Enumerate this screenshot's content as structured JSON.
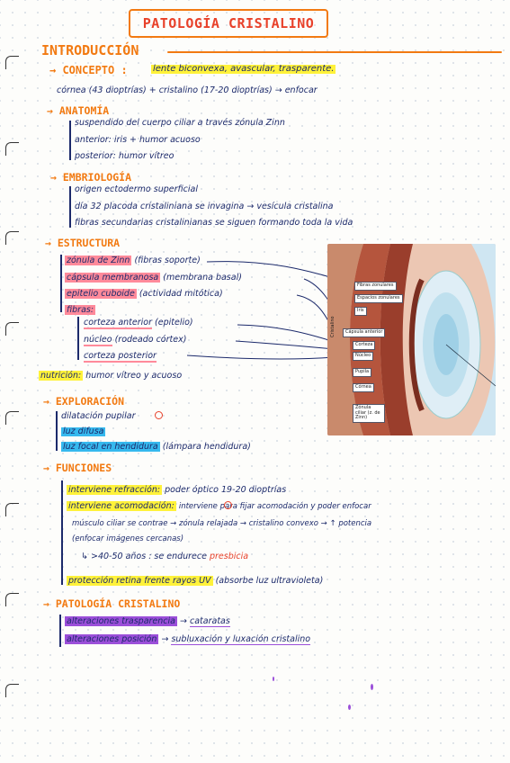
{
  "title": "PATOLOGÍA CRISTALINO",
  "intro": {
    "heading": "INTRODUCCIÓN",
    "concepto_label": "→ CONCEPTO :",
    "concepto_text": "lente biconvexa, avascular, trasparente.",
    "concepto_detail": "córnea (43 dioptrías) + cristalino (17-20 dioptrías) → enfocar",
    "anatomia_label": "→ ANATOMÍA",
    "anatomia_items": [
      "suspendido del cuerpo ciliar a través zónula Zinn",
      "anterior: iris + humor acuoso",
      "posterior: humor vítreo"
    ],
    "embriologia_label": "→ EMBRIOLOGÍA",
    "embriologia_items": [
      "origen ectodermo superficial",
      "día 32 placoda cristaliniana se invagina → vesícula cristalina",
      "fibras secundarias cristalinianas se siguen formando toda la vida"
    ],
    "estructura_label": "→ ESTRUCTURA",
    "estructura_items": [
      {
        "key": "zónula de Zinn",
        "note": "(fibras soporte)"
      },
      {
        "key": "cápsula membranosa",
        "note": "(membrana basal)"
      },
      {
        "key": "epitelio cuboide",
        "note": "(actividad mitótica)"
      },
      {
        "key": "fibras:",
        "note": ""
      }
    ],
    "fibras_items": [
      {
        "key": "corteza anterior",
        "note": "(epitelio)"
      },
      {
        "key": "núcleo",
        "note": "(rodeado córtex)"
      },
      {
        "key": "corteza posterior",
        "note": ""
      }
    ],
    "nutricion_label": "nutrición:",
    "nutricion_text": "humor vítreo y acuoso"
  },
  "eye_diagram": {
    "labels": [
      "Fibras zonulares",
      "Espacios zonulares",
      "Iris",
      "Cápsula anterior",
      "Corteza",
      "Núcleo",
      "Pupila",
      "Córnea",
      "Zónula ciliar (z. de Zinn)"
    ],
    "side_label": "Cristalino"
  },
  "exploracion": {
    "label": "→ EXPLORACIÓN",
    "items": [
      "dilatación pupilar",
      "luz difusa",
      "luz focal en hendidura"
    ],
    "note": "(lámpara hendidura)"
  },
  "funciones": {
    "label": "→ FUNCIONES",
    "f1_key": "interviene refracción:",
    "f1_text": "poder óptico 19-20 dioptrías",
    "f2_key": "interviene acomodación:",
    "f2_text": "interviene para fijar acomodación y poder enfocar",
    "f2_line2": "músculo ciliar se contrae → zónula relajada → cristalino convexo → ↑ potencia",
    "f2_line3": "(enfocar imágenes cercanas)",
    "f2_line4": "↳ >40-50 años : se endurece",
    "f2_presbicia": "presbicia",
    "f3_key": "protección retina frente rayos UV",
    "f3_text": "(absorbe luz ultravioleta)"
  },
  "patologia": {
    "label": "→ PATOLOGÍA CRISTALINO",
    "items": [
      {
        "key": "alteraciones trasparencia",
        "value": "cataratas"
      },
      {
        "key": "alteraciones posición",
        "value": "subluxación y luxación cristalino"
      }
    ]
  },
  "colors": {
    "accent": "#f27a12",
    "ink": "#1c2a6b",
    "highlight_yellow": "#fff23a",
    "highlight_pink": "#ff8a9a",
    "highlight_blue": "#36b9ee",
    "highlight_violet": "#9b4fd9",
    "red": "#e8412a"
  }
}
